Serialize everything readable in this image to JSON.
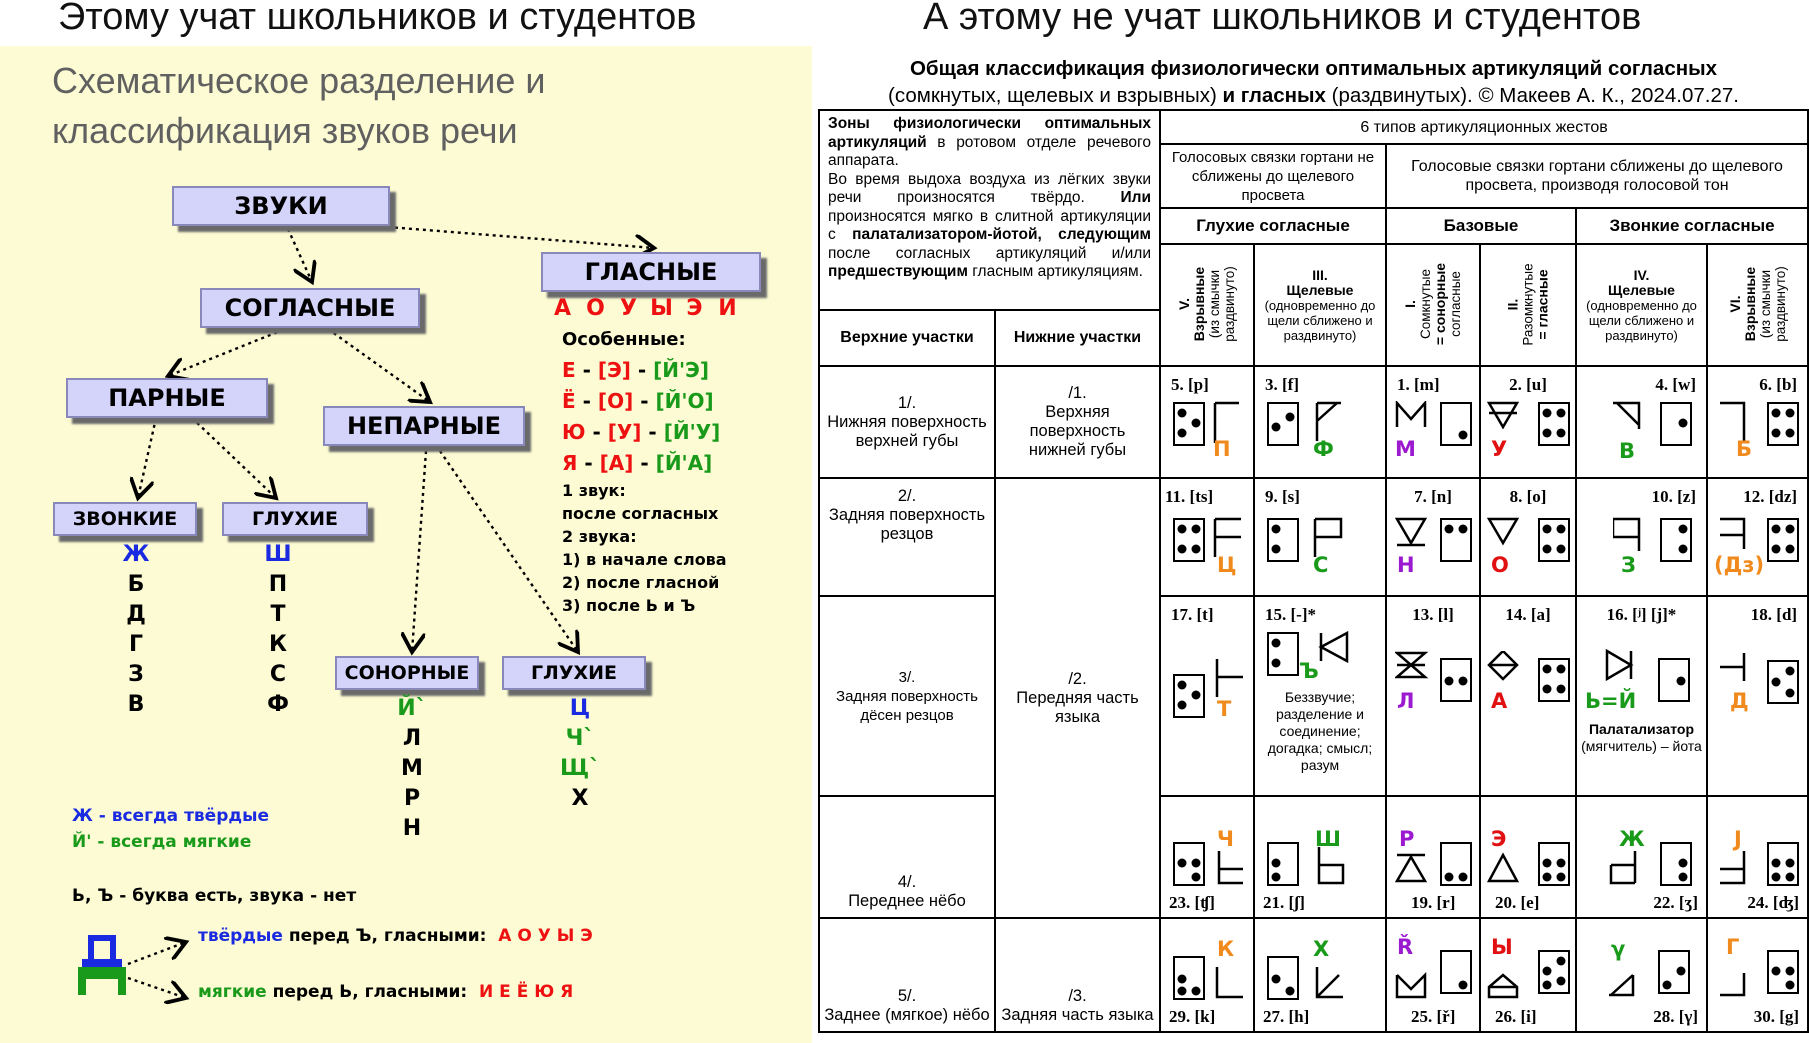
{
  "headings": {
    "left": "Этому учат школьников и студентов",
    "right": "А этому не учат школьников и студентов"
  },
  "left_panel": {
    "title_line1": "Схематическое разделение и",
    "title_line2": "классификация звуков речи",
    "nodes": {
      "sounds": "ЗВУКИ",
      "consonants": "СОГЛАСНЫЕ",
      "vowels": "ГЛАСНЫЕ",
      "paired": "ПАРНЫЕ",
      "unpaired": "НЕПАРНЫЕ",
      "voiced": "ЗВОНКИЕ",
      "voiceless": "ГЛУХИЕ",
      "sonorant": "СОНОРНЫЕ",
      "voiceless2": "ГЛУХИЕ"
    },
    "vowels_list": [
      "А",
      "О",
      "У",
      "Ы",
      "Э",
      "И"
    ],
    "special_title": "Особенные:",
    "special": [
      {
        "letter": "Е",
        "a": "[Э]",
        "b": "[Й'Э]"
      },
      {
        "letter": "Ё",
        "a": "[О]",
        "b": "[Й'О]"
      },
      {
        "letter": "Ю",
        "a": "[У]",
        "b": "[Й'У]"
      },
      {
        "letter": "Я",
        "a": "[А]",
        "b": "[Й'А]"
      }
    ],
    "special_dash": "-",
    "special_notes": [
      "1 звук:",
      "после согласных",
      "2 звука:",
      "1) в начале слова",
      "2) после гласной",
      "3) после Ь и Ъ"
    ],
    "voiced_col": [
      "Ж",
      "Б",
      "Д",
      "Г",
      "З",
      "В"
    ],
    "voiceless_col": [
      "Ш",
      "П",
      "Т",
      "К",
      "С",
      "Ф"
    ],
    "sonorant_col": [
      "Й`",
      "Л",
      "М",
      "Р",
      "Н"
    ],
    "voiceless2_col": [
      "Ц",
      "Ч`",
      "Щ`",
      "Х"
    ],
    "legend_hard_letter": "Ж",
    "legend_hard_text": "- всегда твёрдые",
    "legend_soft_letter": "Й'",
    "legend_soft_text": "- всегда мягкие",
    "legend_signs": "Ь, Ъ - буква есть, звука - нет",
    "big_letter": "Д",
    "hard_word": "твёрдые",
    "hard_rest": "перед Ъ, гласными:",
    "hard_vowels": "А О У Ы Э",
    "soft_word": "мягкие",
    "soft_rest": "перед Ь, гласными:",
    "soft_vowels": "И Е Ё Ю Я",
    "colors": {
      "blue": "#1a2ae0",
      "green": "#1a9a1a",
      "red": "#e11111",
      "node_fill": "#d4d4fb",
      "panel_bg": "#fcfbd4"
    }
  },
  "right_panel": {
    "title_bold": "Общая классификация физиологически оптимальных артикуляций согласных",
    "title_line2_a": "(сомкнутых, щелевых и взрывных)",
    "title_line2_b": " и гласных",
    "title_line2_c": " (раздвинутых).",
    "title_line2_d": " © Макеев А. К., 2024.07.27.",
    "zones": {
      "p1_b": "Зоны физиологически оптимальных артикуляций",
      "p1_r": " в ротовом отделе речевого аппарата.",
      "p2_r": "Во время выдоха воздуха из лёгких звуки речи произносятся твёрдо. ",
      "p2_b1": "Или",
      "p2_r2": " произносятся мягко в слитной артикуляции с ",
      "p2_b2": "палатализатором-йотой, следующим",
      "p2_r3": " после согласных артикуляций и/или ",
      "p2_b3": "предшествующим",
      "p2_r4": " гласным артикуляциям."
    },
    "six_types": "6 типов артикуляционных жестов",
    "cords_apart": "Голосовых связки гортани не сближены до щелевого просвета",
    "cords_close": "Голосовые связки гортани сближены до щелевого просвета, производя голосовой тон",
    "voiceless_consonants": "Глухие согласные",
    "basic": "Базовые",
    "voiced_consonants": "Звонкие согласные",
    "upper_parts": "Верхние участки",
    "lower_parts": "Нижние участки",
    "types": {
      "v_num": "V.",
      "v_name": "Взрывные",
      "v_desc1": "(из смычки",
      "v_desc2": "раздвинуто)",
      "iii_num": "III.",
      "iii_name": "Щелевые",
      "iii_desc": "(одновременно до щели сближено и раздвинуто)",
      "i_num": "I.",
      "i_name1": "Сомкнутые",
      "i_name2": "= сонорные",
      "i_name3": "согласные",
      "ii_num": "II.",
      "ii_name1": "Разомкнутые",
      "ii_name2": "= гласные",
      "iv_num": "IV.",
      "iv_name": "Щелевые",
      "iv_desc": "(одновременно до щели сближено и раздвинуто)",
      "vi_num": "VI.",
      "vi_name": "Взрывные",
      "vi_desc1": "(из смычки",
      "vi_desc2": "раздвинуто)"
    },
    "rows": [
      {
        "upper": "1/.\nНижняя поверхность верхней губы",
        "lower": "/1.\nВерхняя поверхность нижней губы",
        "cells": [
          {
            "code": "5. [p]",
            "letter": "П",
            "color": "#f08a1c"
          },
          {
            "code": "3. [f]",
            "letter": "Ф",
            "color": "#1a9a1a"
          },
          {
            "code": "1. [m]",
            "letter": "М",
            "color": "#9b1ad0"
          },
          {
            "code": "2. [u]",
            "letter": "У",
            "color": "#e11111"
          },
          {
            "code": "4. [w]",
            "letter": "В",
            "color": "#1a9a1a"
          },
          {
            "code": "6. [b]",
            "letter": "Б",
            "color": "#f08a1c"
          }
        ]
      },
      {
        "upper": "2/.\nЗадняя поверхность резцов",
        "lower": "",
        "cells": [
          {
            "code": "11. [ts]",
            "letter": "Ц",
            "color": "#f08a1c"
          },
          {
            "code": "9. [s]",
            "letter": "С",
            "color": "#1a9a1a"
          },
          {
            "code": "7. [n]",
            "letter": "Н",
            "color": "#9b1ad0"
          },
          {
            "code": "8. [o]",
            "letter": "О",
            "color": "#e11111"
          },
          {
            "code": "10. [z]",
            "letter": "З",
            "color": "#1a9a1a"
          },
          {
            "code": "12. [dz]",
            "letter": "(Дз)",
            "color": "#f08a1c"
          }
        ]
      },
      {
        "upper": "3/.\nЗадняя поверхность дёсен резцов",
        "lower": "/2.\nПередняя часть языка",
        "cells": [
          {
            "code": "17. [t]",
            "letter": "Т",
            "color": "#f08a1c"
          },
          {
            "code": "15. [-]*",
            "letter": "Ъ",
            "color": "#1a9a1a",
            "note": "Беззвучие; разделение и соединение; догадка; смысл; разум"
          },
          {
            "code": "13. [l]",
            "letter": "Л",
            "color": "#9b1ad0"
          },
          {
            "code": "14. [a]",
            "letter": "А",
            "color": "#e11111"
          },
          {
            "code": "16. [ʲ] [j]*",
            "letter": "Ь=Й",
            "color": "#1a9a1a",
            "note_b": "Палатализатор",
            "note": "(мягчитель) – йота"
          },
          {
            "code": "18. [d]",
            "letter": "Д",
            "color": "#f08a1c"
          }
        ]
      },
      {
        "upper": "4/.\nПереднее нёбо",
        "lower": "",
        "cells": [
          {
            "code": "23. [ʧ]",
            "letter": "Ч",
            "color": "#f08a1c"
          },
          {
            "code": "21. [ʃ]",
            "letter": "Ш",
            "color": "#1a9a1a"
          },
          {
            "code": "19. [r]",
            "letter": "Р",
            "color": "#9b1ad0"
          },
          {
            "code": "20. [e]",
            "letter": "Э",
            "color": "#e11111"
          },
          {
            "code": "22. [ʒ]",
            "letter": "Ж",
            "color": "#1a9a1a"
          },
          {
            "code": "24. [ʤ]",
            "letter": "J",
            "color": "#f08a1c"
          }
        ]
      },
      {
        "upper": "5/.\nЗаднее (мягкое) нёбо",
        "lower": "/3.\nЗадняя часть языка",
        "cells": [
          {
            "code": "29. [k]",
            "letter": "К",
            "color": "#f08a1c"
          },
          {
            "code": "27. [h]",
            "letter": "Х",
            "color": "#1a9a1a"
          },
          {
            "code": "25. [ř]",
            "letter": "Ř",
            "color": "#9b1ad0"
          },
          {
            "code": "26. [i]",
            "letter": "Ы",
            "color": "#e11111"
          },
          {
            "code": "28. [γ]",
            "letter": "γ",
            "color": "#1a9a1a"
          },
          {
            "code": "30. [g]",
            "letter": "Г",
            "color": "#f08a1c"
          }
        ]
      }
    ]
  }
}
